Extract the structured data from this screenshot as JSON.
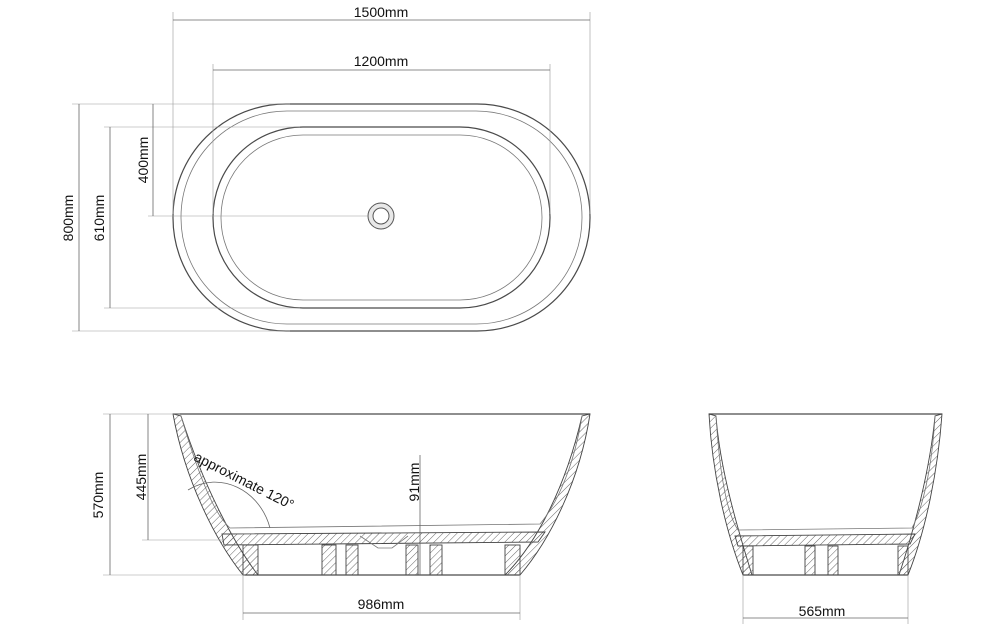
{
  "top_view": {
    "overall_length": "1500mm",
    "inner_length": "1200mm",
    "overall_width": "800mm",
    "inner_width": "610mm",
    "drain_offset": "400mm"
  },
  "side_view": {
    "height": "570mm",
    "inner_depth": "445mm",
    "base_height": "91mm",
    "angle_note": "approximate 120°",
    "base_length": "986mm"
  },
  "end_view": {
    "base_width": "565mm"
  },
  "colors": {
    "line": "#4a4a4a",
    "text": "#111111"
  }
}
